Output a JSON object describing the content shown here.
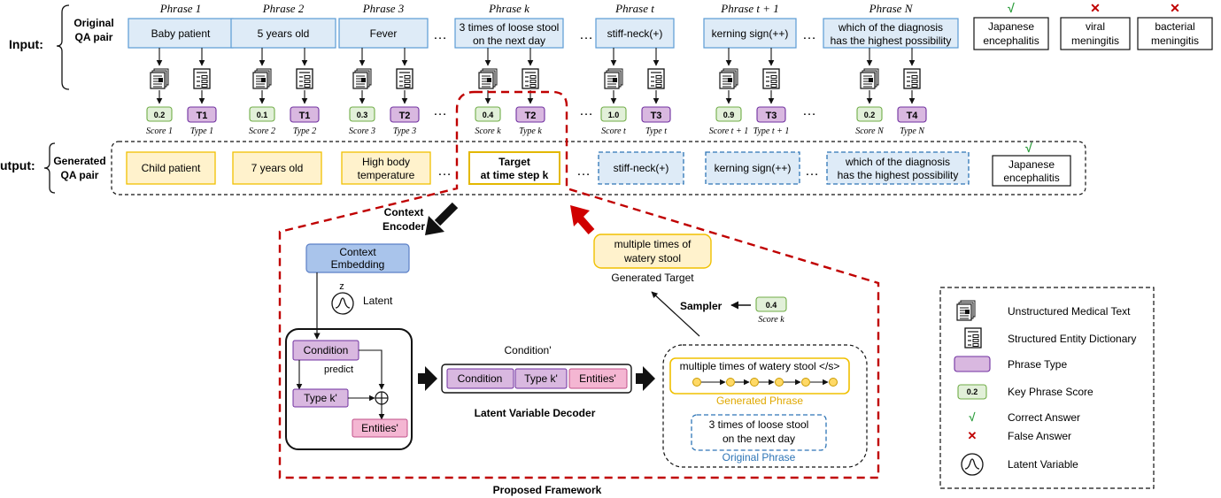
{
  "rows": {
    "input_label": "Input:",
    "output_label": "utput:",
    "original_label": [
      "Original",
      "QA pair"
    ],
    "generated_label": [
      "Generated",
      "QA pair"
    ]
  },
  "phrases": [
    {
      "header": "Phrase 1",
      "text": [
        "Baby patient"
      ],
      "score": "0.2",
      "type": "T1",
      "score_label": "Score 1",
      "type_label": "Type 1"
    },
    {
      "header": "Phrase 2",
      "text": [
        "5 years old"
      ],
      "score": "0.1",
      "type": "T1",
      "score_label": "Score 2",
      "type_label": "Type 2"
    },
    {
      "header": "Phrase 3",
      "text": [
        "Fever"
      ],
      "score": "0.3",
      "type": "T2",
      "score_label": "Score 3",
      "type_label": "Type 3"
    },
    {
      "header": "Phrase k",
      "text": [
        "3 times of loose stool",
        "on the next day"
      ],
      "score": "0.4",
      "type": "T2",
      "score_label": "Score k",
      "type_label": "Type k"
    },
    {
      "header": "Phrase t",
      "text": [
        "stiff-neck(+)"
      ],
      "score": "1.0",
      "type": "T3",
      "score_label": "Score t",
      "type_label": "Type t"
    },
    {
      "header": "Phrase t + 1",
      "text": [
        "kerning sign(++)"
      ],
      "score": "0.9",
      "type": "T3",
      "score_label": "Score t + 1",
      "type_label": "Type t + 1"
    },
    {
      "header": "Phrase N",
      "text": [
        "which of the diagnosis",
        "has the highest possibility"
      ],
      "score": "0.2",
      "type": "T4",
      "score_label": "Score N",
      "type_label": "Type N"
    }
  ],
  "answers": [
    {
      "mark": "√",
      "text": [
        "Japanese",
        "encephalitis"
      ],
      "correct": true
    },
    {
      "mark": "✕",
      "text": [
        "viral",
        "meningitis"
      ],
      "correct": false
    },
    {
      "mark": "✕",
      "text": [
        "bacterial",
        "meningitis"
      ],
      "correct": false
    }
  ],
  "ellipsis": "…",
  "generated": [
    {
      "text": [
        "Child patient"
      ],
      "style": "yellow"
    },
    {
      "text": [
        "7 years old"
      ],
      "style": "yellow"
    },
    {
      "text": [
        "High body",
        "temperature"
      ],
      "style": "yellow"
    },
    {
      "text": [
        "Target",
        "at time step k"
      ],
      "style": "target"
    },
    {
      "text": [
        "stiff-neck(+)"
      ],
      "style": "dashed"
    },
    {
      "text": [
        "kerning sign(++)"
      ],
      "style": "dashed"
    },
    {
      "text": [
        "which of the diagnosis",
        "has the highest possibility"
      ],
      "style": "dashed"
    }
  ],
  "generated_answer": {
    "mark": "√",
    "text": [
      "Japanese",
      "encephalitis"
    ]
  },
  "framework": {
    "context_encoder": [
      "Context",
      "Encoder"
    ],
    "context_embedding": [
      "Context",
      "Embedding"
    ],
    "z": "z",
    "latent": "Latent",
    "condition": "Condition",
    "predict": "predict",
    "type_k": "Type k'",
    "entities": "Entities'",
    "condition_prime": "Condition'",
    "decoder_label": "Latent Variable Decoder",
    "generated_phrase_text": "multiple times of watery stool </s>",
    "generated_phrase_label": "Generated Phrase",
    "original_phrase_text": [
      "3 times of loose stool",
      "on the next day"
    ],
    "original_phrase_label": "Original Phrase",
    "sampler": "Sampler",
    "sampler_score": "0.4",
    "sampler_score_label": "Score k",
    "generated_target_text": [
      "multiple times of",
      "watery stool"
    ],
    "generated_target_label": "Generated Target",
    "title": "Proposed Framework"
  },
  "legend": [
    {
      "icon": "document-icon",
      "label": "Unstructured  Medical Text"
    },
    {
      "icon": "dictionary-icon",
      "label": "Structured  Entity Dictionary"
    },
    {
      "icon": "phrase-type-icon",
      "label": "Phrase Type"
    },
    {
      "icon": "score-icon",
      "label": "Key Phrase Score",
      "value": "0.2"
    },
    {
      "icon": "check-icon",
      "label": "Correct  Answer",
      "mark": "√"
    },
    {
      "icon": "cross-icon",
      "label": "False Answer",
      "mark": "✕"
    },
    {
      "icon": "latent-icon",
      "label": "Latent Variable"
    }
  ],
  "colors": {
    "blue_fill": "#deebf7",
    "blue_stroke": "#5b9bd5",
    "yellow_fill": "#fff2cc",
    "yellow_stroke": "#f0c000",
    "green_fill": "#e2f0d9",
    "green_stroke": "#70ad47",
    "purple_fill": "#d9b8e0",
    "purple_stroke": "#7030a0",
    "pink_fill": "#f4b6d2",
    "red": "#c00000",
    "check": "#2e9e3e"
  }
}
